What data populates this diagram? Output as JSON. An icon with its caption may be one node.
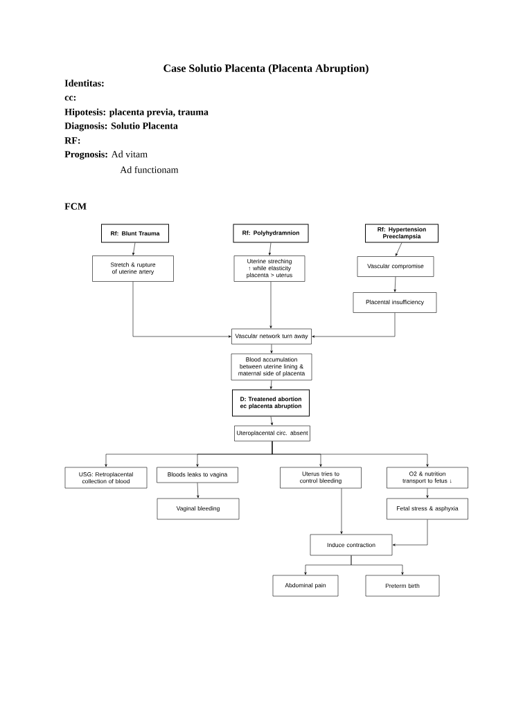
{
  "diagram": {
    "title": "Case Solutio Placenta (Placenta Abruption)",
    "nodes": [
      {
        "text": [
          "Rf: Blunt Trauma"
        ]
      },
      {
        "text": [
          "Stretch & rupture of uterine artery"
        ]
      },
      {
        "text": [
          "Rf: Polyhydramnion"
        ]
      },
      {
        "text": [
          "Uterine streching ↑ while elasticity placenta > uterus"
        ]
      },
      {
        "text": [
          "Rf: Hypertension Preeclampsia"
        ]
      },
      {
        "text": [
          "Vascular compromise"
        ]
      },
      {
        "text": [
          "Placental insufficiency"
        ]
      },
      {
        "text": [
          "Vascular network turn away"
        ]
      },
      {
        "text": [
          "Blood accumulation between uterine lining & maternal side of placenta"
        ]
      },
      {
        "text": [
          "D: Treatened abortion ec placenta abruption"
        ]
      },
      {
        "text": [
          "Uteroplacental circ. absent"
        ]
      },
      {
        "text": [
          "USG: Retroplacental collection of blood"
        ]
      },
      {
        "text": [
          "Bloods leaks to vagina"
        ]
      },
      {
        "text": [
          "Vaginal bleeding"
        ]
      },
      {
        "text": [
          "Uterus tries to control bleeding"
        ]
      },
      {
        "text": [
          "O2 & nutrition transport to fetus ↓"
        ]
      },
      {
        "text": [
          "Fetal stress & asphyxia"
        ]
      },
      {
        "text": [
          "Induce contraction"
        ]
      },
      {
        "text": [
          "Abdominal pain"
        ]
      },
      {
        "text": [
          "Preterm birth"
        ]
      }
    ],
    "edges": [
      {
        "from": 0,
        "to": 1,
        "arrow": "to"
      },
      {
        "from": 1,
        "to": 7,
        "arrow": "to"
      },
      {
        "from": 2,
        "to": 3,
        "arrow": "to"
      },
      {
        "from": 3,
        "to": 7,
        "arrow": "to"
      },
      {
        "from": 4,
        "to": 5,
        "arrow": "to"
      },
      {
        "from": 5,
        "to": 6,
        "arrow": "to"
      },
      {
        "from": 6,
        "to": 7,
        "arrow": "to"
      },
      {
        "from": 7,
        "to": 8,
        "arrow": "to"
      },
      {
        "from": 8,
        "to": 9,
        "arrow": "to"
      },
      {
        "from": 9,
        "to": 10,
        "arrow": "to"
      },
      {
        "from": 10,
        "to": 11,
        "arrow": "to"
      },
      {
        "from": 10,
        "to": 12,
        "arrow": "to"
      },
      {
        "from": 10,
        "to": 14,
        "arrow": "to"
      },
      {
        "from": 10,
        "to": 15,
        "arrow": "to"
      },
      {
        "from": 12,
        "to": 13,
        "arrow": "to"
      },
      {
        "from": 15,
        "to": 16,
        "arrow": "to"
      },
      {
        "from": 14,
        "to": 17,
        "arrow": "to"
      },
      {
        "from": 16,
        "to": 17,
        "arrow": "to"
      },
      {
        "from": 17,
        "to": 18,
        "arrow": "to"
      },
      {
        "from": 17,
        "to": 19,
        "arrow": "to"
      }
    ],
    "labels": [
      "Identitas:",
      "cc:",
      "Hipotesis: placenta previa, trauma",
      "Diagnosis: Solutio Placenta",
      "RF:",
      "**Prognosis:** Ad vitam",
      "Ad functionam",
      "FCM"
    ]
  }
}
